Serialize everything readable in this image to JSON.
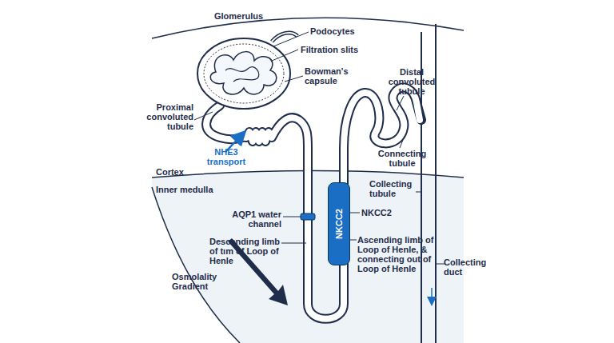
{
  "diagram": {
    "nodes": [
      {
        "text": [
          "NKCC2"
        ]
      }
    ],
    "labels": [
      "Glomerulus",
      "Podocytes",
      "Filtration slits",
      "Bowman's capsule",
      "Proximal convoluted tubule",
      "NHE3 transport",
      "Distal convoluted tubule",
      "Connecting tubule",
      "Cortex",
      "Inner medulla",
      "Collecting tubule",
      "AQP1 water channel",
      "NKCC2",
      "Descending limb of tım of Loop of Henle",
      "Ascending limb of Loop of Henle, & connecting out of Loop of Henle",
      "Osmolality Gradient",
      "Collecting duct"
    ]
  }
}
